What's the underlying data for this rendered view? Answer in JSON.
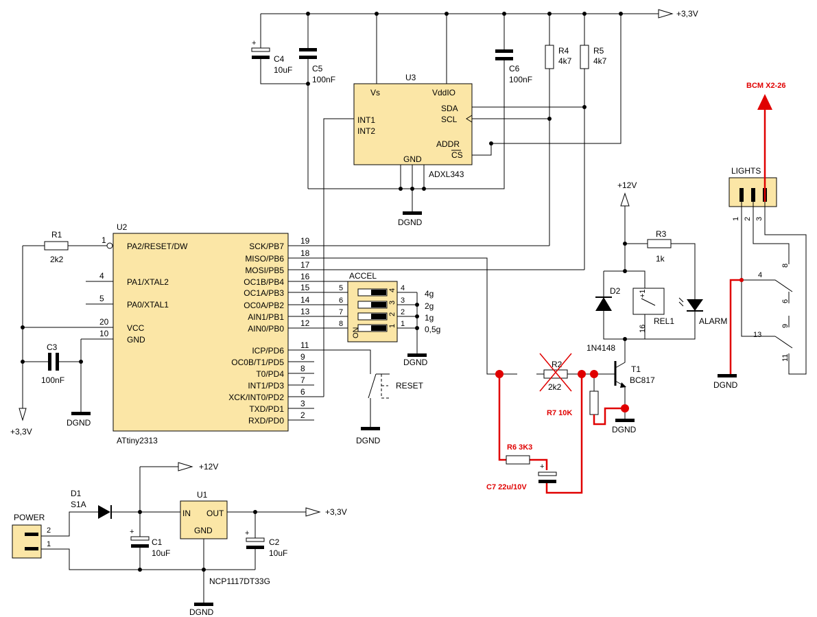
{
  "colors": {
    "ic_fill": "#fbe6a6",
    "wire": "#000000",
    "modification": "#e00000",
    "background": "#ffffff"
  },
  "rails": {
    "v33_top": "+3,3V",
    "v33_left": "+3,3V",
    "v33_bottom": "+3,3V",
    "v12_relay": "+12V",
    "v12_supply": "+12V"
  },
  "ground_label": "DGND",
  "u3": {
    "ref": "U3",
    "part": "ADXL343",
    "pin_vs": "Vs",
    "pin_vddio": "VddIO",
    "pin_int1": "INT1",
    "pin_int2": "INT2",
    "pin_sda": "SDA",
    "pin_scl": "SCL",
    "pin_addr": "ADDR",
    "pin_cs": "CS",
    "pin_gnd": "GND"
  },
  "u2": {
    "ref": "U2",
    "part": "ATtiny2313",
    "left_pins": [
      {
        "num": "1",
        "name": "PA2/RESET/DW"
      },
      {
        "num": "4",
        "name": "PA1/XTAL2"
      },
      {
        "num": "5",
        "name": "PA0/XTAL1"
      },
      {
        "num": "20",
        "name": "VCC"
      },
      {
        "num": "10",
        "name": "GND"
      }
    ],
    "right_pins": [
      {
        "num": "19",
        "name": "SCK/PB7"
      },
      {
        "num": "18",
        "name": "MISO/PB6"
      },
      {
        "num": "17",
        "name": "MOSI/PB5"
      },
      {
        "num": "16",
        "name": "OC1B/PB4"
      },
      {
        "num": "15",
        "name": "OC1A/PB3"
      },
      {
        "num": "14",
        "name": "OC0A/PB2"
      },
      {
        "num": "13",
        "name": "AIN1/PB1"
      },
      {
        "num": "12",
        "name": "AIN0/PB0"
      },
      {
        "num": "11",
        "name": "ICP/PD6"
      },
      {
        "num": "9",
        "name": "OC0B/T1/PD5"
      },
      {
        "num": "8",
        "name": "T0/PD4"
      },
      {
        "num": "7",
        "name": "INT1/PD3"
      },
      {
        "num": "6",
        "name": "XCK/INT0/PD2"
      },
      {
        "num": "3",
        "name": "TXD/PD1"
      },
      {
        "num": "2",
        "name": "RXD/PD0"
      }
    ]
  },
  "accel_switch": {
    "title": "ACCEL",
    "on_label": "ON",
    "positions": [
      {
        "left": "5",
        "right": "4",
        "sw": "4",
        "value": "4g"
      },
      {
        "left": "6",
        "right": "3",
        "sw": "3",
        "value": "2g"
      },
      {
        "left": "7",
        "right": "2",
        "sw": "2",
        "value": "1g"
      },
      {
        "left": "8",
        "right": "1",
        "sw": "1",
        "value": "0,5g"
      }
    ]
  },
  "components": {
    "r1": {
      "ref": "R1",
      "value": "2k2"
    },
    "c3": {
      "ref": "C3",
      "value": "100nF"
    },
    "c4": {
      "ref": "C4",
      "value": "10uF"
    },
    "c5": {
      "ref": "C5",
      "value": "100nF"
    },
    "c6": {
      "ref": "C6",
      "value": "100nF"
    },
    "r4": {
      "ref": "R4",
      "value": "4k7"
    },
    "r5": {
      "ref": "R5",
      "value": "4k7"
    },
    "r3": {
      "ref": "R3",
      "value": "1k"
    },
    "r2": {
      "ref": "R2",
      "value": "2k2"
    },
    "d2": {
      "ref": "D2",
      "part": "1N4148"
    },
    "rel1": {
      "ref": "REL1",
      "pin_plus": "+1",
      "pin_16": "16"
    },
    "alarm": {
      "label": "ALARM"
    },
    "t1": {
      "ref": "T1",
      "part": "BC817"
    },
    "reset_button": {
      "label": "RESET"
    },
    "d1": {
      "ref": "D1",
      "part": "S1A"
    },
    "u1": {
      "ref": "U1",
      "part": "NCP1117DT33G",
      "pin_in": "IN",
      "pin_out": "OUT",
      "pin_gnd": "GND"
    },
    "c1": {
      "ref": "C1",
      "value": "10uF"
    },
    "c2": {
      "ref": "C2",
      "value": "10uF"
    },
    "power": {
      "label": "POWER",
      "pin2": "2",
      "pin1": "1"
    },
    "lights": {
      "label": "LIGHTS",
      "pins": [
        "1",
        "2",
        "3"
      ]
    }
  },
  "relay_contacts": {
    "pins": [
      "8",
      "4",
      "6",
      "9",
      "13",
      "11"
    ]
  },
  "modifications": {
    "bcm_label": "BCM X2-26",
    "r7_label": "R7 10K",
    "r6_label": "R6 3K3",
    "c7_label": "C7 22u/10V"
  }
}
